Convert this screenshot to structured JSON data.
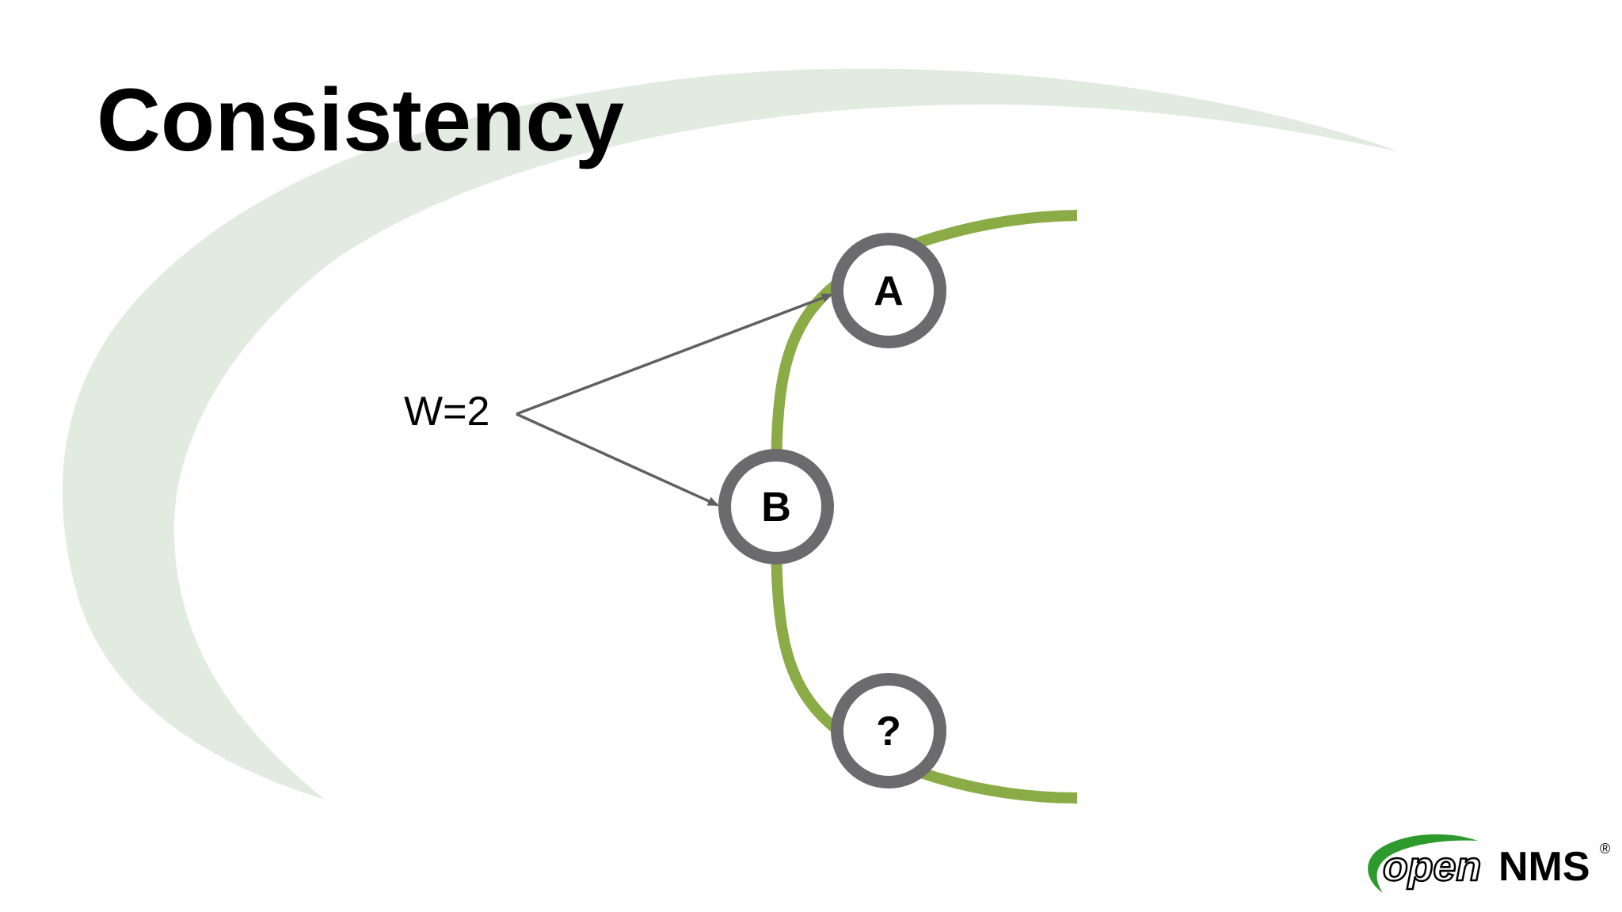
{
  "slide": {
    "title": "Consistency"
  },
  "diagram": {
    "write_label": "W=2",
    "nodes": [
      {
        "id": "A",
        "label": "A"
      },
      {
        "id": "B",
        "label": "B"
      },
      {
        "id": "C",
        "label": "?"
      }
    ],
    "colors": {
      "ring": "#8aab45",
      "node_border": "#6b6b6e",
      "arrow": "#606060",
      "swoosh": "#e1ebe0"
    }
  },
  "logo": {
    "open": "open",
    "nms": "NMS",
    "mark": "®",
    "colors": {
      "green": "#2e9a2e",
      "text": "#000000"
    }
  }
}
